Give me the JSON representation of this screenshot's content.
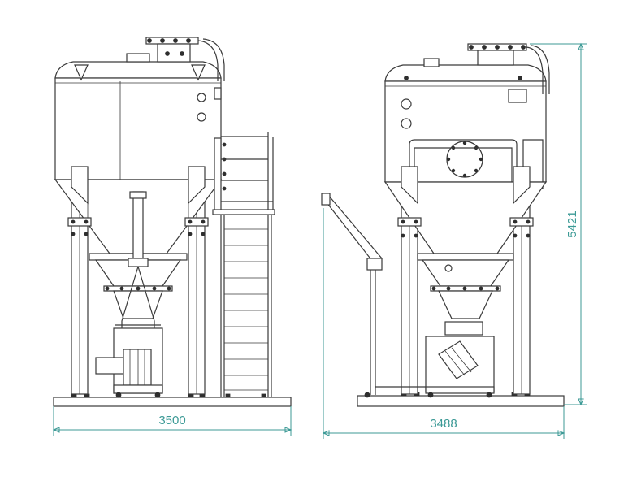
{
  "dimensions": {
    "front_width": "3500",
    "side_width": "3488",
    "height": "5421"
  },
  "colors": {
    "line": "#3a3a3a",
    "dimension": "#3c9a96",
    "background": "#ffffff"
  }
}
